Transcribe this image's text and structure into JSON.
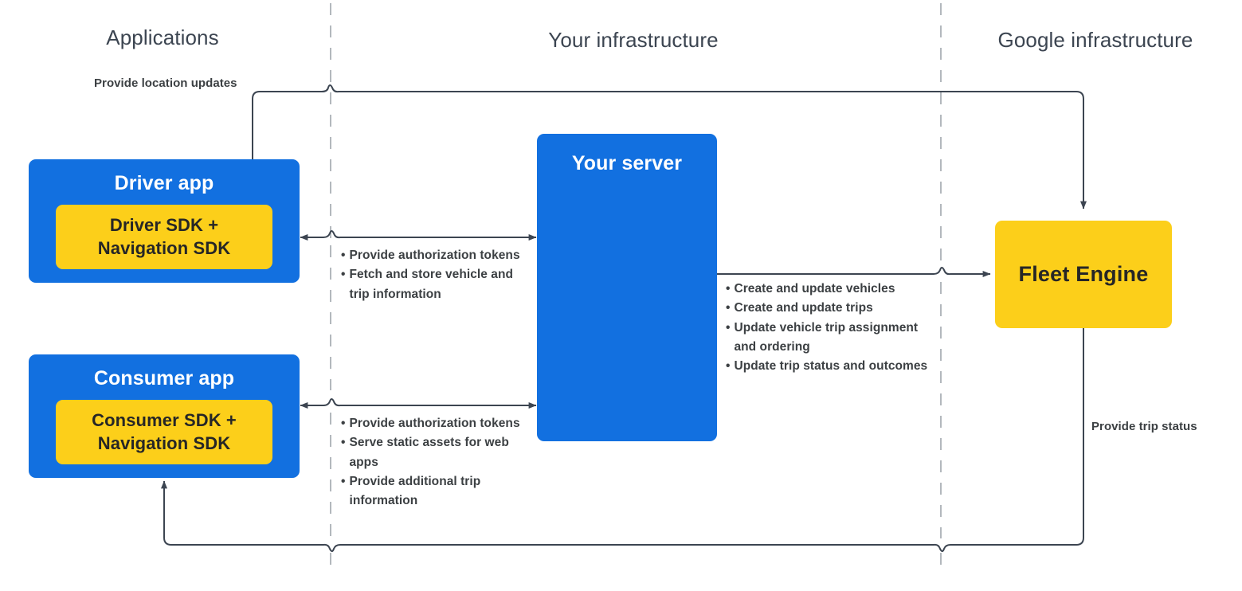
{
  "zones": [
    {
      "id": "applications",
      "title": "Applications"
    },
    {
      "id": "your-infrastructure",
      "title": "Your infrastructure"
    },
    {
      "id": "google-infrastructure",
      "title": "Google infrastructure"
    }
  ],
  "nodes": {
    "driver_app": {
      "title": "Driver app",
      "sdk_title": "Driver SDK +\nNavigation SDK",
      "sdk_line1": "Driver SDK +",
      "sdk_line2": "Navigation SDK"
    },
    "consumer_app": {
      "title": "Consumer app",
      "sdk_line1": "Consumer SDK +",
      "sdk_line2": "Navigation SDK"
    },
    "your_server": {
      "title": "Your server"
    },
    "fleet_engine": {
      "title": "Fleet Engine"
    }
  },
  "edge_labels": {
    "provide_location_updates": "Provide location updates",
    "provide_trip_status": "Provide trip status"
  },
  "bullet_lists": {
    "driver_to_server": [
      "Provide authorization tokens",
      "Fetch and store vehicle and trip information"
    ],
    "consumer_to_server": [
      "Provide authorization tokens",
      "Serve static assets for web apps",
      "Provide additional trip information"
    ],
    "server_to_fleet_engine": [
      "Create and update vehicles",
      "Create and update trips",
      "Update vehicle trip assignment and ordering",
      "Update trip status and outcomes"
    ]
  },
  "bullet_glyph": "•",
  "colors": {
    "app_blue": "#1270e0",
    "sdk_yellow": "#fccf1a",
    "fleet_yellow": "#fccf1a",
    "line": "#3c4551",
    "divider": "#b3b8bd",
    "text": "#3c4043",
    "zone_title": "#3c4551",
    "background": "#ffffff"
  }
}
